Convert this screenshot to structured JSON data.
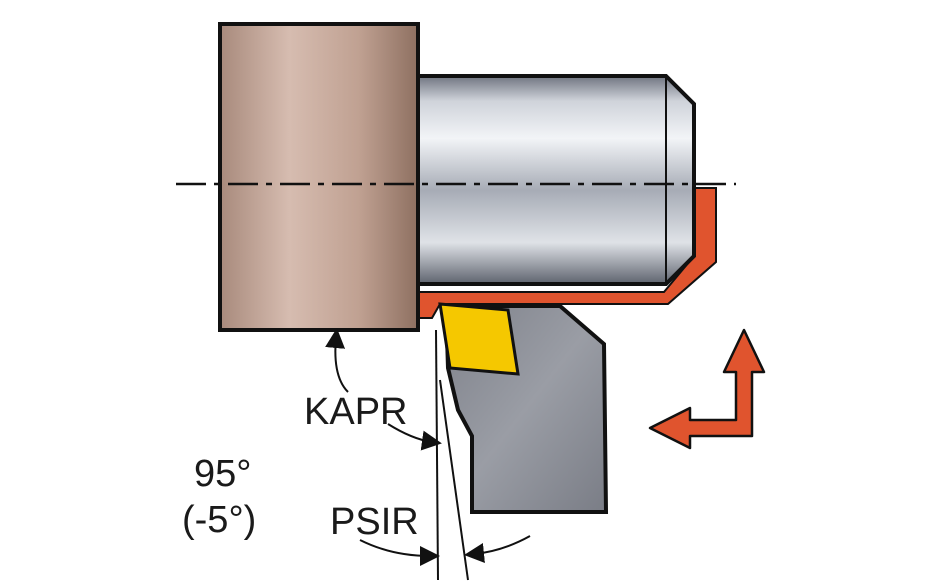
{
  "labels": {
    "kapr": "KAPR",
    "psir": "PSIR",
    "angle": "95°",
    "angle_alt": "(-5°)"
  },
  "colors": {
    "chuck": "#c7a99b",
    "shaft": "#b9bec8",
    "machined_layer": "#e0542e",
    "insert": "#f5c800",
    "holder": "#8c8f97",
    "feed_arrow": "#e0542e",
    "outline": "#111111"
  },
  "icons": {
    "feed_arrows": "feed-direction-arrows"
  }
}
